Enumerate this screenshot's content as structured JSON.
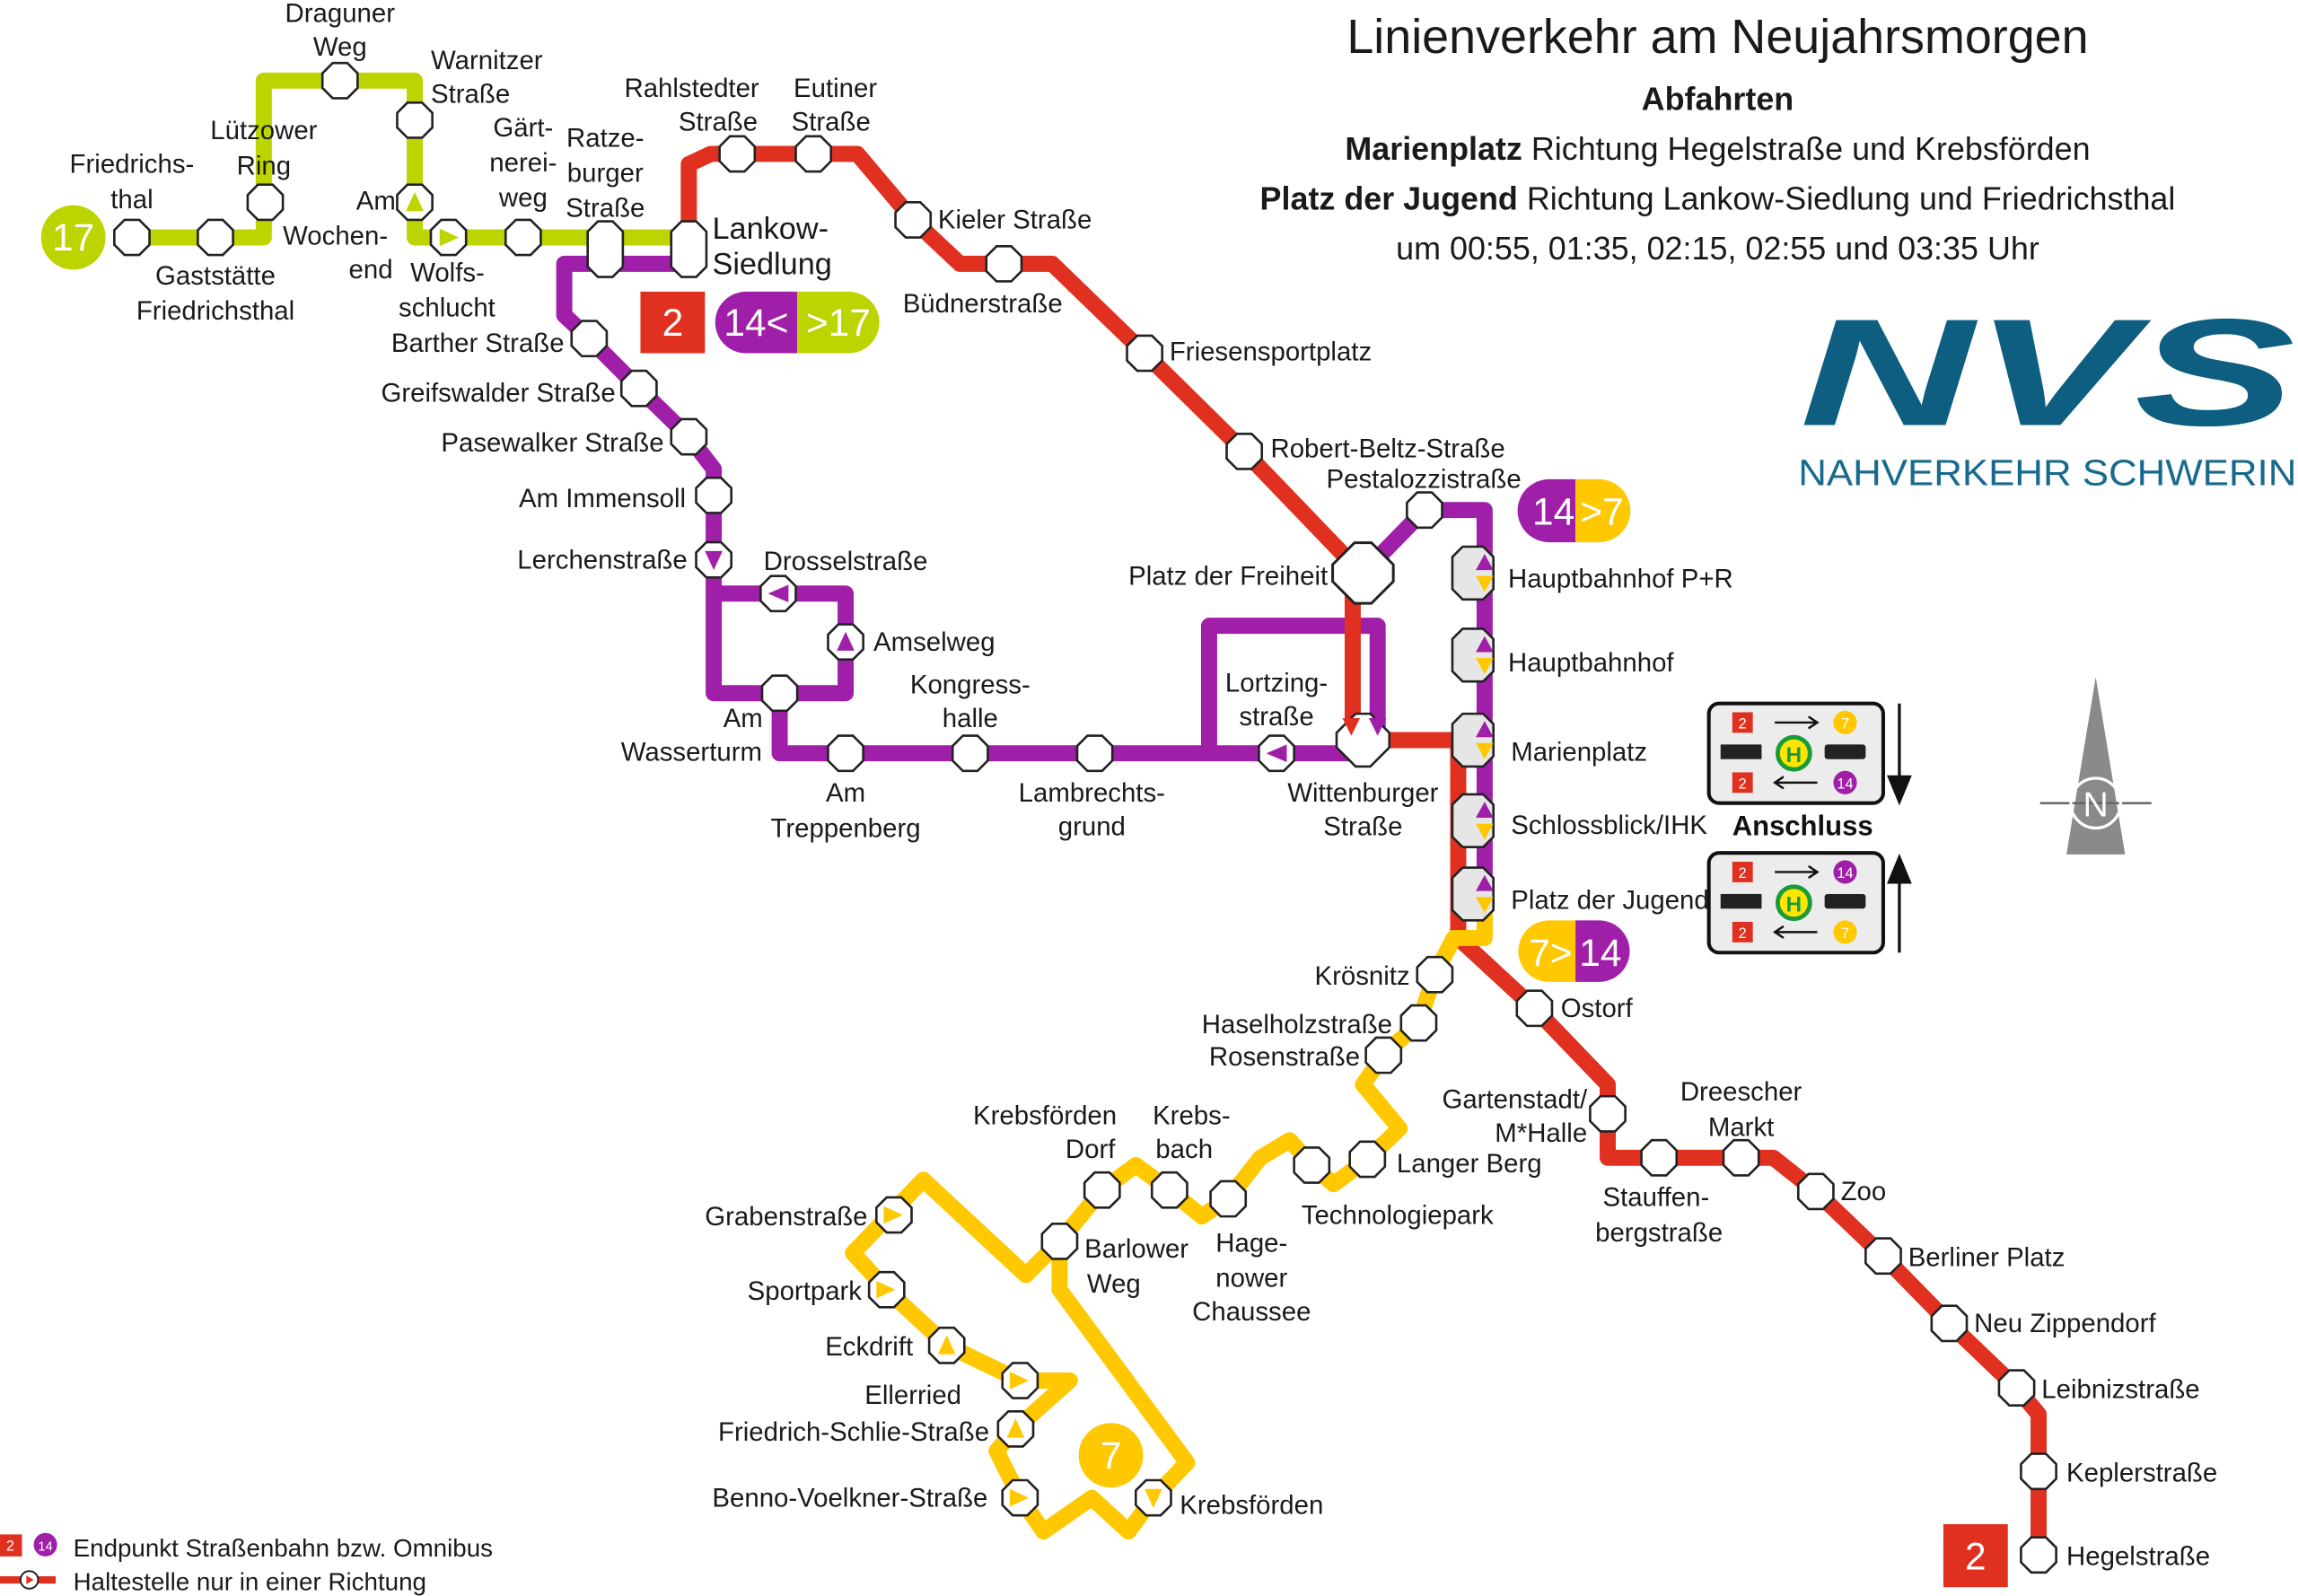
{
  "header": {
    "title": "Linienverkehr am Neujahrsmorgen",
    "subtitle": "Abfahrten",
    "line1_bold": "Marienplatz",
    "line1_rest": " Richtung Hegelstraße und Krebsförden",
    "line2_bold": "Platz der Jugend",
    "line2_rest": " Richtung Lankow-Siedlung und Friedrichsthal",
    "times": "um 00:55, 01:35, 02:15, 02:55 und 03:35 Uhr"
  },
  "logo": {
    "mark": "NVS",
    "name": "NAHVERKEHR SCHWERIN",
    "color": "#0d5e80"
  },
  "colors": {
    "line2": "#e03020",
    "line7": "#ffc800",
    "line14": "#a01fa8",
    "line17": "#bcd400"
  },
  "badges": {
    "l17": "17",
    "l2_top": "2",
    "l14_17_a": "14<",
    "l14_17_b": ">17",
    "l14_7_a": "14",
    "l14_7_b": ">7",
    "l7_14_a": "7>",
    "l7_14_b": "14",
    "l7": "7",
    "l2_bottom": "2"
  },
  "stations": {
    "friedrichsthal": [
      "Friedrichs-",
      "thal"
    ],
    "gaststaette": [
      "Gaststätte",
      "Friedrichsthal"
    ],
    "luetzower": [
      "Lützower",
      "Ring"
    ],
    "draguner": [
      "Draguner",
      "Weg"
    ],
    "warnitzer": [
      "Warnitzer",
      "Straße"
    ],
    "wochenend": [
      "Am",
      "Wochen-",
      "end"
    ],
    "wolfsschlucht": [
      "Wolfs-",
      "schlucht"
    ],
    "gaertnerei": [
      "Gärt-",
      "nerei-",
      "weg"
    ],
    "ratzeburger": [
      "Ratze-",
      "burger",
      "Straße"
    ],
    "lankow": [
      "Lankow-",
      "Siedlung"
    ],
    "rahlstedter": [
      "Rahlstedter",
      "Straße"
    ],
    "eutiner": [
      "Eutiner",
      "Straße"
    ],
    "kieler": [
      "Kieler Straße"
    ],
    "buedner": [
      "Büdnerstraße"
    ],
    "friesen": [
      "Friesensportplatz"
    ],
    "robert": [
      "Robert-Beltz-Straße"
    ],
    "pestalozzi": [
      "Pestalozzistraße"
    ],
    "freiheit": [
      "Platz der Freiheit"
    ],
    "barther": [
      "Barther Straße"
    ],
    "greifswalder": [
      "Greifswalder Straße"
    ],
    "pasewalker": [
      "Pasewalker Straße"
    ],
    "immensoll": [
      "Am Immensoll"
    ],
    "lerchen": [
      "Lerchenstraße"
    ],
    "drossel": [
      "Drosselstraße"
    ],
    "amsel": [
      "Amselweg"
    ],
    "wasserturm": [
      "Am",
      "Wasserturm"
    ],
    "treppenberg": [
      "Am",
      "Treppenberg"
    ],
    "kongress": [
      "Kongress-",
      "halle"
    ],
    "lambrechts": [
      "Lambrechts-",
      "grund"
    ],
    "lortzing": [
      "Lortzing-",
      "straße"
    ],
    "wittenburger": [
      "Wittenburger",
      "Straße"
    ],
    "hbf_pr": [
      "Hauptbahnhof P+R"
    ],
    "hbf": [
      "Hauptbahnhof"
    ],
    "marienplatz": [
      "Marienplatz"
    ],
    "schlossblick": [
      "Schlossblick/IHK"
    ],
    "jugend": [
      "Platz der Jugend"
    ],
    "kroesnitz": [
      "Krösnitz"
    ],
    "haselholz": [
      "Haselholzstraße"
    ],
    "rosen": [
      "Rosenstraße"
    ],
    "ostorf": [
      "Ostorf"
    ],
    "gartenstadt": [
      "Gartenstadt/",
      "M*Halle"
    ],
    "langer_berg": [
      "Langer Berg"
    ],
    "technologiepark": [
      "Technologiepark"
    ],
    "stauffen": [
      "Stauffen-",
      "bergstraße"
    ],
    "dreescher": [
      "Dreescher",
      "Markt"
    ],
    "zoo": [
      "Zoo"
    ],
    "berliner": [
      "Berliner Platz"
    ],
    "neu_zipp": [
      "Neu Zippendorf"
    ],
    "leibniz": [
      "Leibnizstraße"
    ],
    "kepler": [
      "Keplerstraße"
    ],
    "hegel": [
      "Hegelstraße"
    ],
    "krebsfoerden_dorf": [
      "Krebsförden",
      "Dorf"
    ],
    "krebsbach": [
      "Krebs-",
      "bach"
    ],
    "hagenower": [
      "Hage-",
      "nower",
      "Chaussee"
    ],
    "barlower": [
      "Barlower",
      "Weg"
    ],
    "graben": [
      "Grabenstraße"
    ],
    "sportpark": [
      "Sportpark"
    ],
    "eckdrift": [
      "Eckdrift"
    ],
    "ellerried": [
      "Ellerried"
    ],
    "schlie": [
      "Friedrich-Schlie-Straße"
    ],
    "benno": [
      "Benno-Voelkner-Straße"
    ],
    "krebsfoerden": [
      "Krebsförden"
    ]
  },
  "connections": {
    "label": "Anschluss",
    "box1": {
      "tram_top": "2",
      "bus_top": "7",
      "tram_bottom": "2",
      "bus_bottom": "14",
      "stop": "H"
    },
    "box2": {
      "tram_top": "2",
      "bus_top": "14",
      "tram_bottom": "2",
      "bus_bottom": "7",
      "stop": "H"
    }
  },
  "compass": "N",
  "legend": {
    "tram_badge": "2",
    "bus_badge": "14",
    "endpoint": "Endpunkt Straßenbahn bzw. Omnibus",
    "one_way": "Haltestelle nur in einer Richtung"
  }
}
